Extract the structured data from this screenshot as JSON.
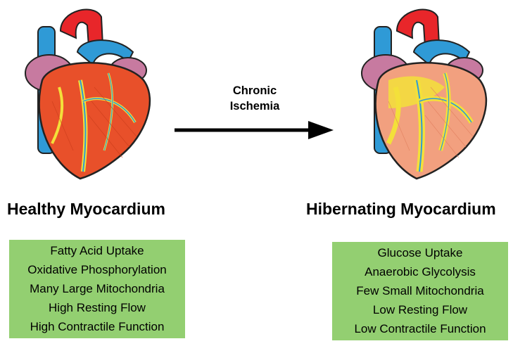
{
  "arrow": {
    "line1": "Chronic",
    "line2": "Ischemia"
  },
  "healthy": {
    "title": "Healthy Myocardium",
    "items": [
      "Fatty Acid Uptake",
      "Oxidative Phosphorylation",
      "Many Large Mitochondria",
      "High Resting Flow",
      "High Contractile Function"
    ],
    "muscle_color": "#e8502a"
  },
  "hibernating": {
    "title": "Hibernating Myocardium",
    "items": [
      "Glucose Uptake",
      "Anaerobic Glycolysis",
      "Few Small Mitochondria",
      "Low Resting Flow",
      "Low Contractile Function"
    ],
    "muscle_color": "#f2a07f"
  },
  "colors": {
    "box": "#93cf71",
    "aorta": "#e8262a",
    "vessel_blue": "#2f9ad6",
    "atrium": "#c77aa0",
    "fat": "#f3e03a"
  }
}
